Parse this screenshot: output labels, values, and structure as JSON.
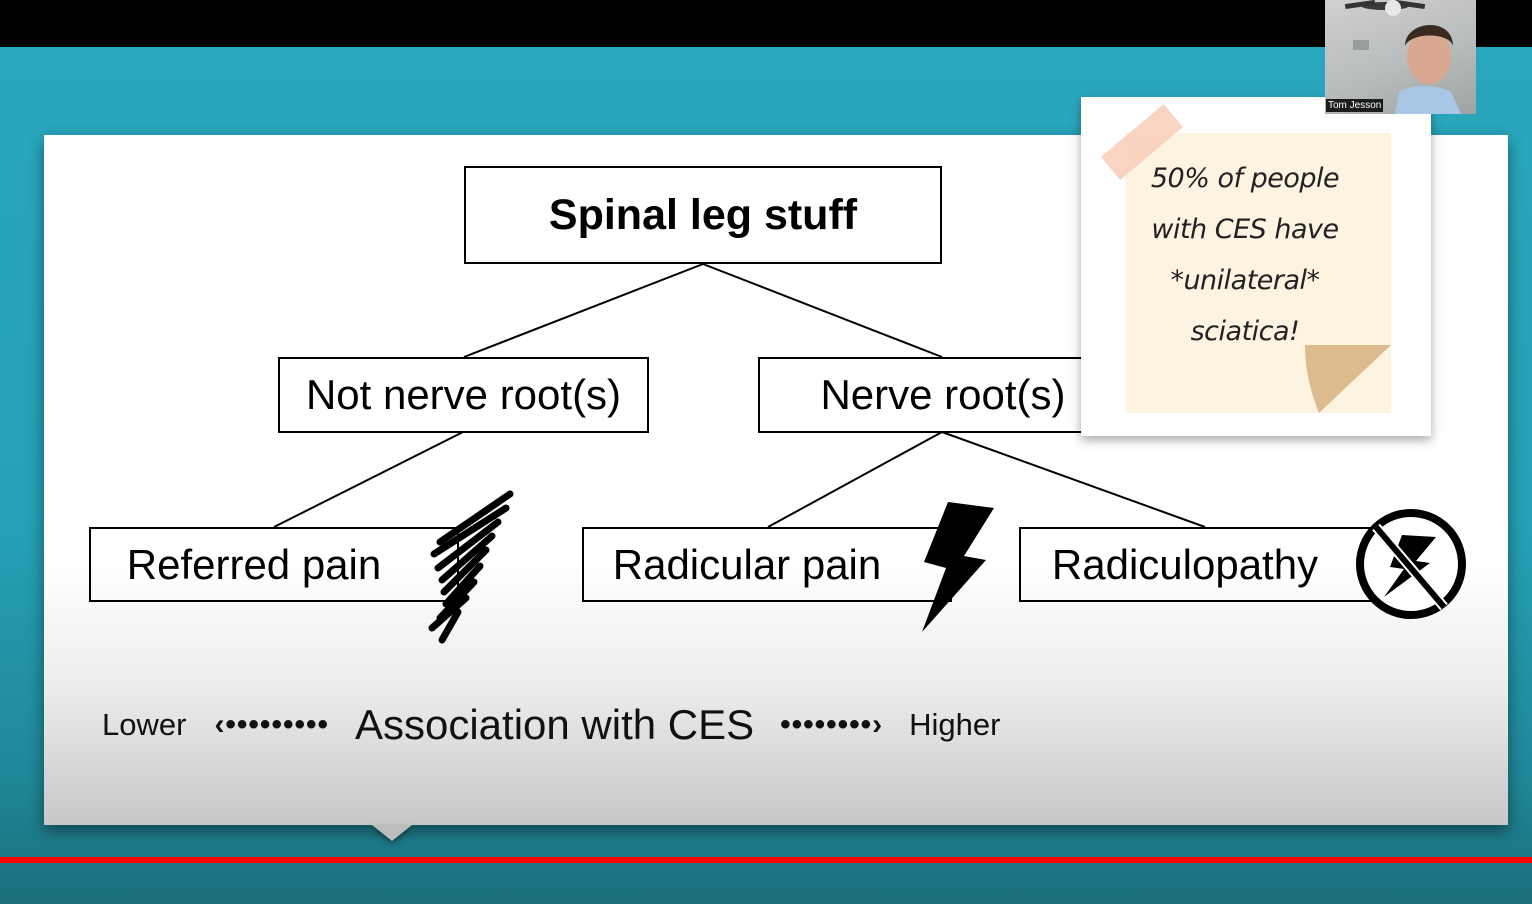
{
  "video": {
    "progress_fraction": 1.0,
    "progress_color": "#ff0000",
    "background_color": "#29a7bd"
  },
  "webcam": {
    "participant_name": "Tom Jesson"
  },
  "diagram": {
    "root": "Spinal leg stuff",
    "level2": [
      {
        "label": "Not nerve root(s)"
      },
      {
        "label": "Nerve root(s)"
      }
    ],
    "level3": [
      {
        "label": "Referred pain",
        "icon": "scribble-icon"
      },
      {
        "label": "Radicular pain",
        "icon": "lightning-bolt-icon"
      },
      {
        "label": "Radiculopathy",
        "icon": "no-lightning-icon"
      }
    ]
  },
  "axis": {
    "left_label": "Lower",
    "center_label": "Association with CES",
    "right_label": "Higher",
    "left_arrow": "‹•••••••••",
    "right_arrow": "••••••••›"
  },
  "sticky_note": {
    "lines": [
      "50% of people",
      "with CES have",
      "*unilateral*",
      "sciatica!"
    ]
  }
}
